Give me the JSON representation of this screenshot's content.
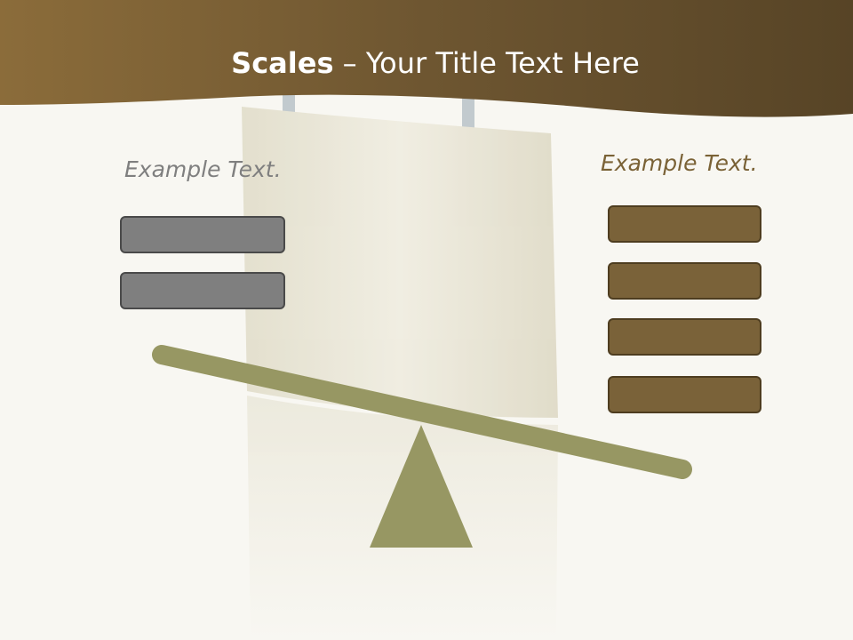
{
  "slide": {
    "title_bold": "Scales",
    "title_rest": " – Your Title Text Here",
    "left_label": "Example Text.",
    "right_label": "Example Text."
  },
  "colors": {
    "banner": "#7a6236",
    "beam": "#979763",
    "grey_box": "#7f7f7f",
    "brown_box": "#7a6239",
    "background": "#f8f7f2"
  },
  "left_boxes": [
    "",
    ""
  ],
  "right_boxes": [
    "",
    "",
    "",
    ""
  ]
}
